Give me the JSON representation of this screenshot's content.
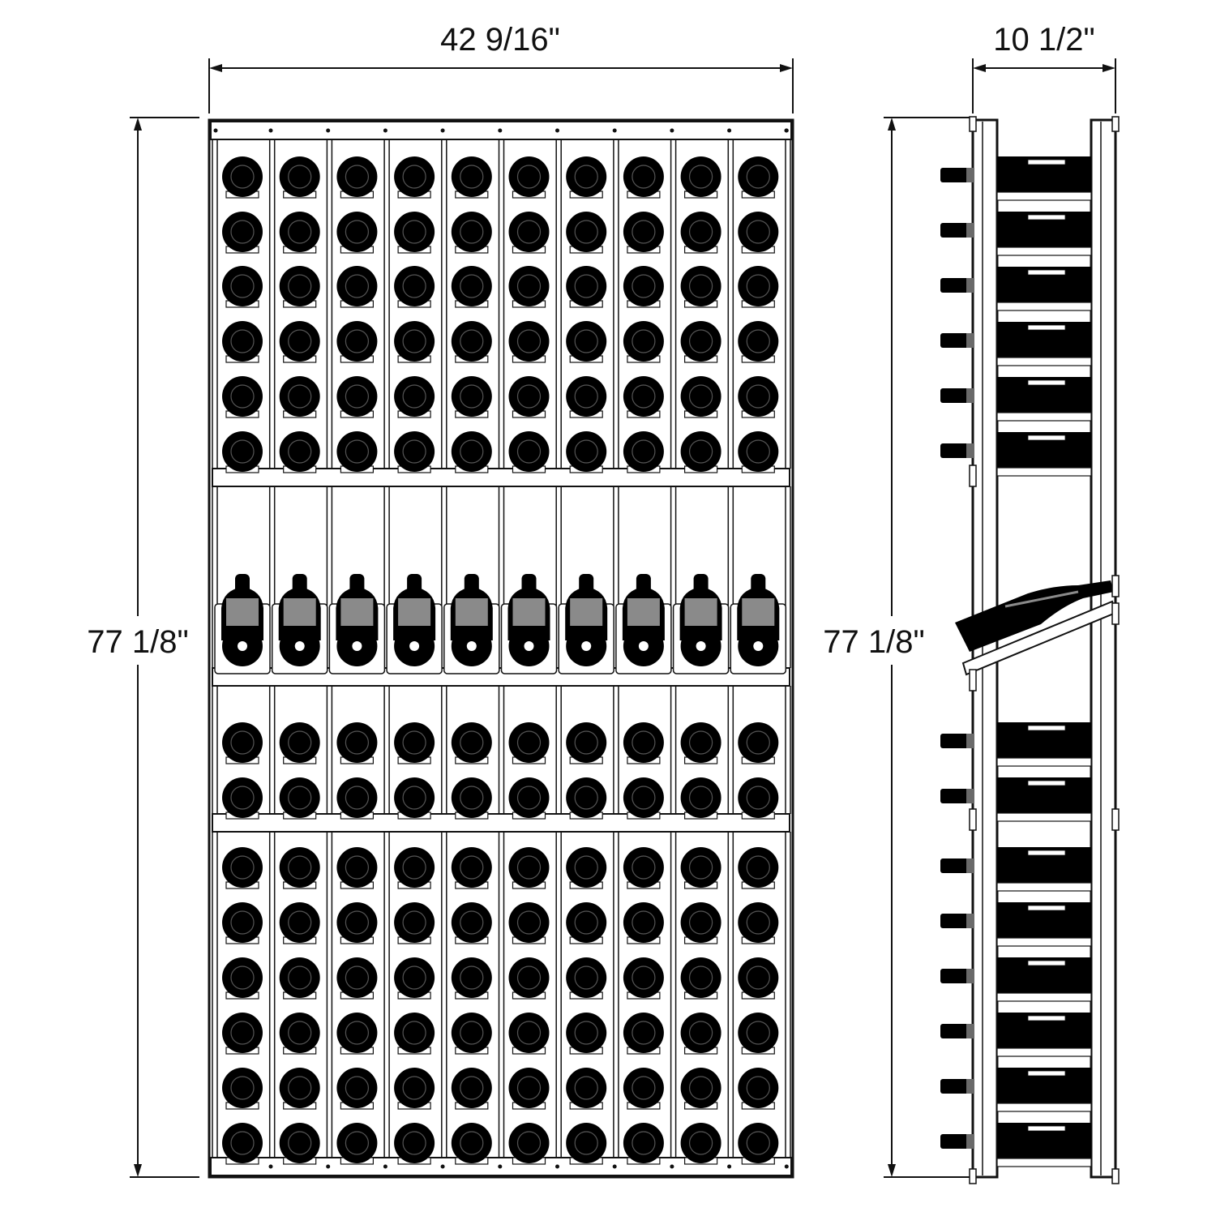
{
  "dimensions": {
    "front_width": "42 9/16\"",
    "front_height": "77 1/8\"",
    "side_depth": "10 1/2\"",
    "side_height": "77 1/8\""
  },
  "rack": {
    "columns": 10,
    "top_section_rows": 6,
    "display_row_bottles": 10,
    "middle_section_rows": 2,
    "bottom_section_rows": 6,
    "total_bottle_slots": 150
  },
  "colors": {
    "line": "#111111",
    "bottle": "#000000",
    "frame": "#ffffff",
    "display_glass": "#8a8a8a"
  }
}
